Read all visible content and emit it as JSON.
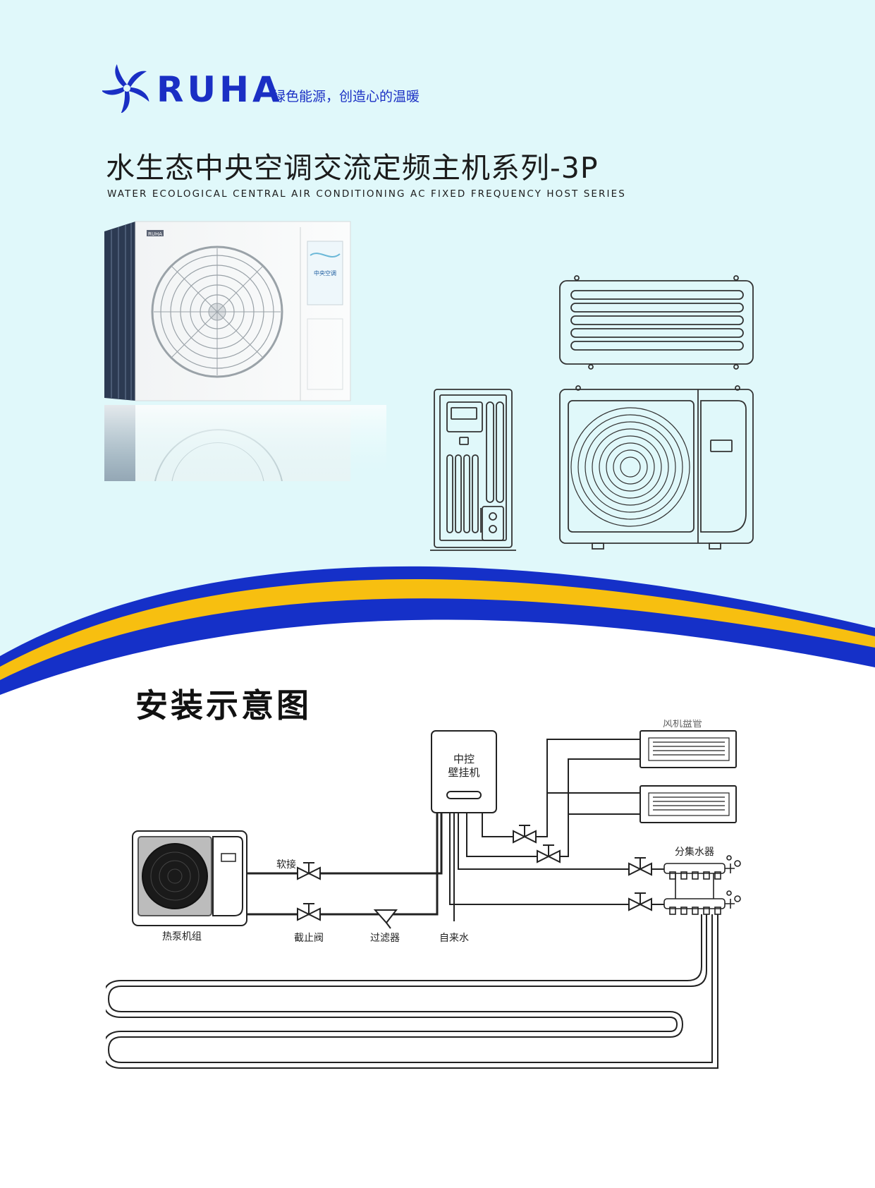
{
  "brand": {
    "name": "RUHA",
    "slogan": "绿色能源，创造心的温暖"
  },
  "header": {
    "title_cn": "水生态中央空调交流定频主机系列-3P",
    "title_en": "WATER ECOLOGICAL CENTRAL AIR CONDITIONING AC FIXED FREQUENCY HOST SERIES"
  },
  "product_photo": {
    "badge": "RUHA",
    "panel_label": "中央空调"
  },
  "install": {
    "title": "安装示意图",
    "labels": {
      "controller_line1": "中控",
      "controller_line2": "壁挂机",
      "fan_coil": "风机盘管",
      "manifold": "分集水器",
      "hose": "软接",
      "heat_pump": "热泵机组",
      "stop_valve": "截止阀",
      "filter": "过滤器",
      "tap_water": "自来水"
    }
  },
  "colors": {
    "background_top": "#e0f8fa",
    "brand_blue": "#1a2fc4",
    "wave_blue": "#1530c8",
    "wave_yellow": "#f7bf10"
  }
}
